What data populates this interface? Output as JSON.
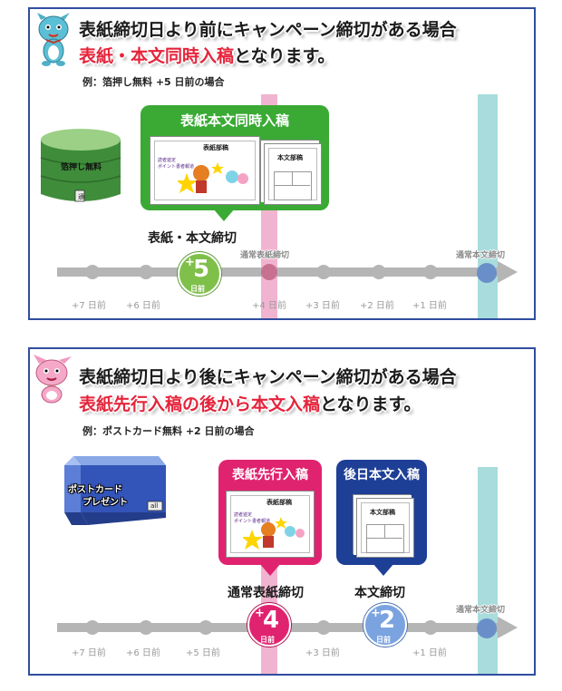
{
  "panel1": {
    "headline": "表紙締切日より前にキャンペーン締切がある場合",
    "sub_red": "表紙・本文同時入稿",
    "sub_dark": "となります。",
    "example": "例：箔押し無料 +5 日前の場合",
    "box_title": "表紙本文同時入稿",
    "sheet_cover_label": "表紙部稿",
    "sheet_cover_mini": [
      "読者遊定",
      "ポイント書者報道"
    ],
    "sheet_body_label": "本文部稿",
    "product_label": "箔押し無料",
    "product_small": "通",
    "milestone_label": "表紙・本文締切",
    "badge": {
      "plus": "+",
      "num": "5",
      "unit": "日前"
    },
    "normal_cover_deadline": "通常表紙締切",
    "normal_body_deadline": "通常本文締切",
    "ticks": [
      "+7 日前",
      "+6 日前",
      "+4 日前",
      "+3 日前",
      "+2 日前",
      "+1 日前"
    ]
  },
  "panel2": {
    "headline": "表紙締切日より後にキャンペーン締切がある場合",
    "sub_red": "表紙先行入稿の後から本文入稿",
    "sub_dark": "となります。",
    "example": "例：ポストカード無料 +2 日前の場合",
    "box1_title": "表紙先行入稿",
    "box2_title": "後日本文入稿",
    "sheet_cover_label": "表紙部稿",
    "sheet_cover_mini": [
      "読者遊定",
      "ポイント書者報道"
    ],
    "sheet_body_label": "本文部稿",
    "product_label_1": "ポストカード",
    "product_label_2": "プレゼント",
    "product_small": "all",
    "cover_deadline_label": "通常表紙締切",
    "body_deadline_label": "本文締切",
    "badge1": {
      "plus": "+",
      "num": "4",
      "unit": "日前"
    },
    "badge2": {
      "plus": "+",
      "num": "2",
      "unit": "日前"
    },
    "normal_body_deadline": "通常本文締切",
    "ticks": [
      "+7 日前",
      "+6 日前",
      "+5 日前",
      "+3 日前",
      "+1 日前"
    ]
  },
  "colors": {
    "border": "#2f4ea0",
    "green": "#3aaa35",
    "pink": "#e0236f",
    "navy": "#1e3f96",
    "pinkband": "#f1b4d0",
    "tealband": "#a9dcdc",
    "red": "#e5243b"
  }
}
